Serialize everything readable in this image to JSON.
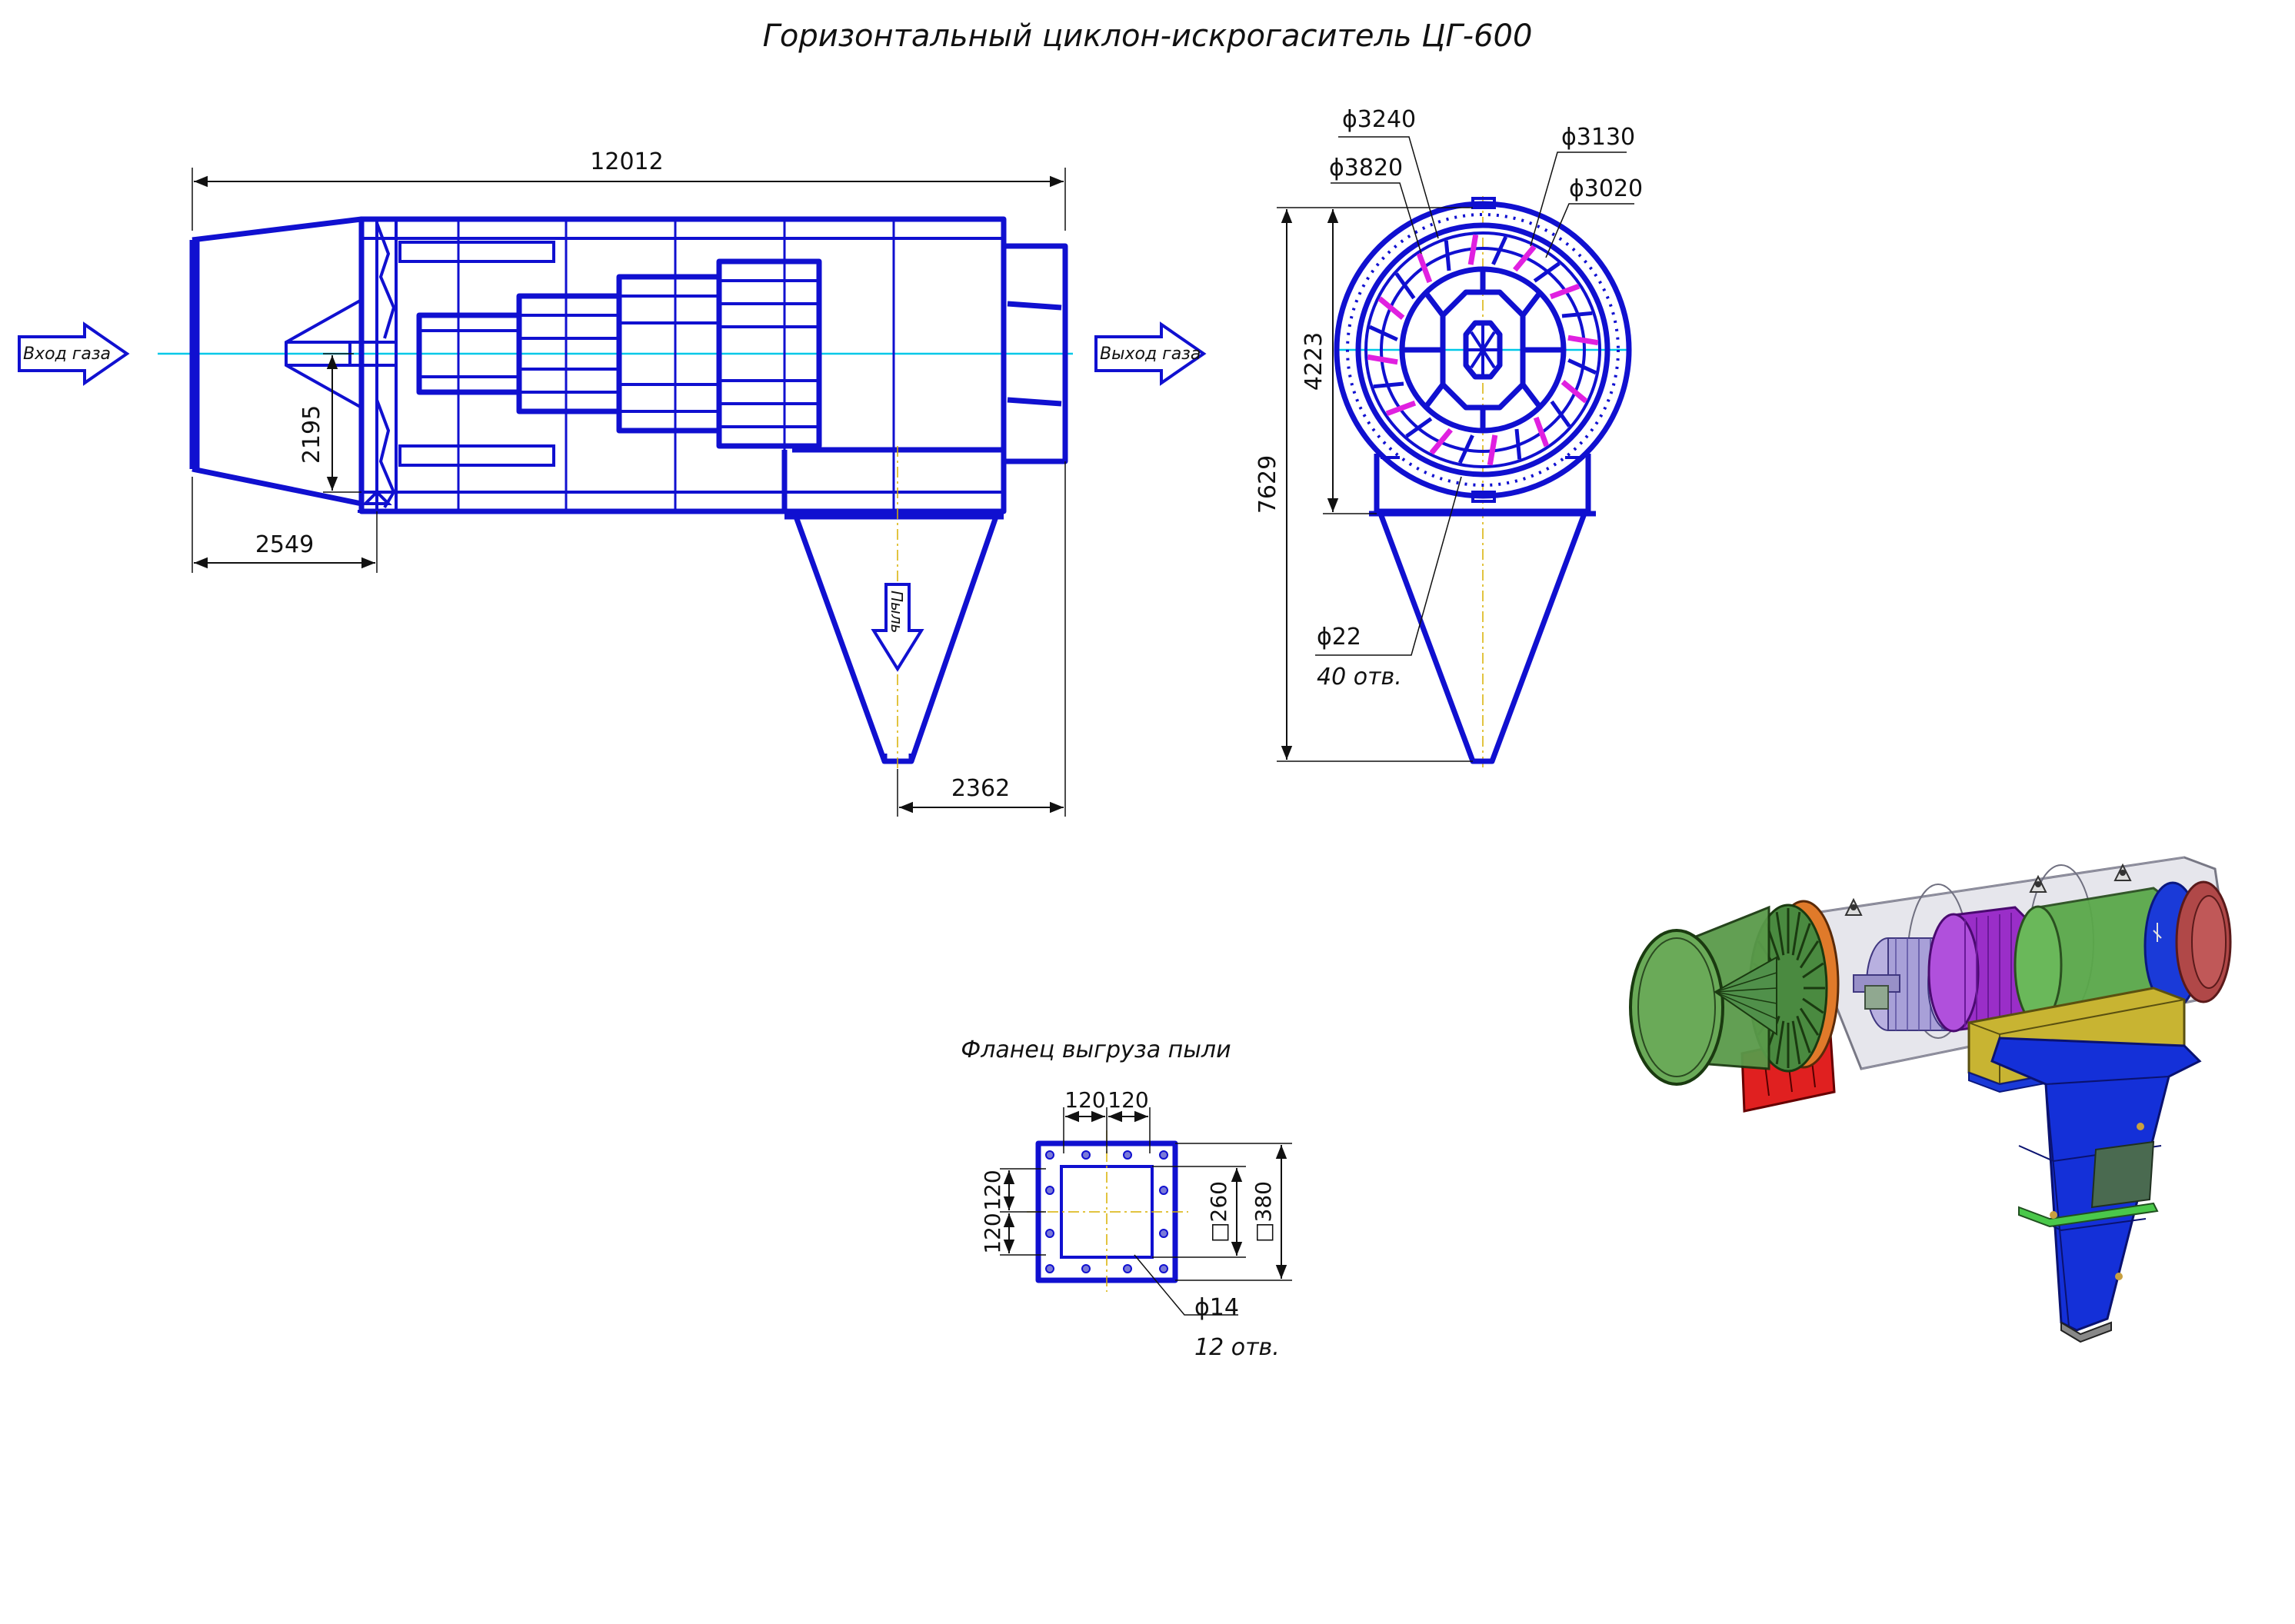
{
  "title": "Горизонтальный циклон-искрогаситель ЦГ-600",
  "side_view": {
    "dim_overall_length": "12012",
    "dim_axis_height": "2195",
    "dim_inlet_length": "2549",
    "dim_outlet_offset": "2362",
    "inlet_label": "Вход газа",
    "outlet_label": "Выход газа",
    "dust_label": "Пыль"
  },
  "front_view": {
    "dia_3240": "ϕ3240",
    "dia_3820": "ϕ3820",
    "dia_3130": "ϕ3130",
    "dia_3020": "ϕ3020",
    "dim_body_height": "4223",
    "dim_total_height": "7629",
    "hole_dia": "ϕ22",
    "hole_count": "40 отв."
  },
  "flange": {
    "title": "Фланец выгруза пыли",
    "top_dim_left": "120",
    "top_dim_right": "120",
    "left_dim_top": "120",
    "left_dim_bottom": "120",
    "inner_square": "□260",
    "outer_square": "□380",
    "hole_dia": "ϕ14",
    "hole_count": "12 отв."
  },
  "colors": {
    "line": "#1010d0",
    "axis": "#00c8e8",
    "green": "#5aa84a",
    "purple": "#9a2ec8",
    "yellow": "#c8b432",
    "orange": "#e07a2a",
    "red": "#e02020",
    "cone_blue": "#1430d8"
  }
}
